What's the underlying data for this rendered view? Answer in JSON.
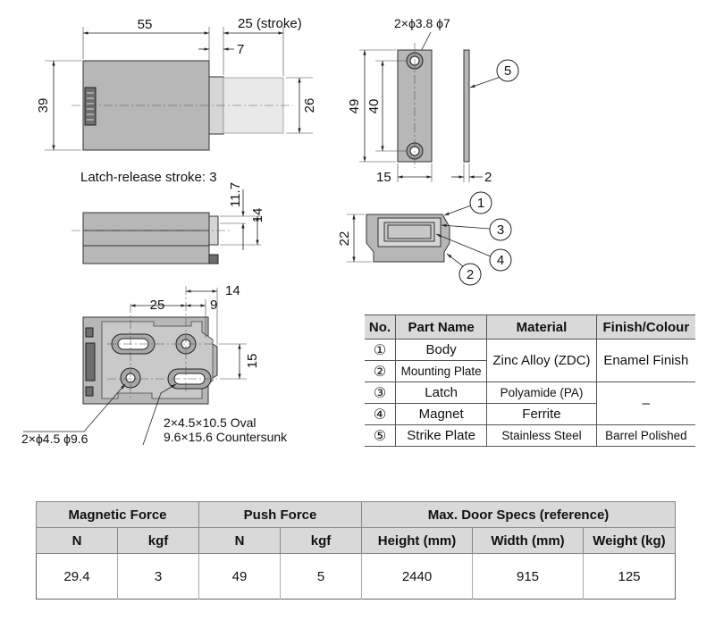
{
  "drawing": {
    "top_view": {
      "dim_length": "55",
      "dim_stroke": "25 (stroke)",
      "dim_offset": "7",
      "dim_height": "39",
      "dim_plunger": "26"
    },
    "strike_plate": {
      "hole_note": "2×ϕ3.8  ϕ7",
      "dim_height_outer": "49",
      "dim_height_inner": "40",
      "dim_width": "15",
      "dim_thickness": "2"
    },
    "side_view": {
      "release_note": "Latch-release stroke: 3",
      "dim_a": "11.7",
      "dim_b": "14"
    },
    "front_view": {
      "dim_height": "22"
    },
    "bottom_view": {
      "dim_a": "25",
      "dim_b": "9",
      "dim_c": "14",
      "dim_d": "15",
      "hole_note": "2×ϕ4.5  ϕ9.6",
      "oval_note_1": "2×4.5×10.5 Oval",
      "oval_note_2": "9.6×15.6 Countersunk"
    },
    "callouts": [
      "1",
      "2",
      "3",
      "4",
      "5"
    ]
  },
  "parts_table": {
    "headers": [
      "No.",
      "Part Name",
      "Material",
      "Finish/Colour"
    ],
    "rows": [
      {
        "no": "①",
        "name": "Body",
        "material": "Zinc Alloy (ZDC)",
        "finish": "Enamel Finish"
      },
      {
        "no": "②",
        "name": "Mounting Plate"
      },
      {
        "no": "③",
        "name": "Latch",
        "material": "Polyamide (PA)",
        "finish": "–"
      },
      {
        "no": "④",
        "name": "Magnet",
        "material": "Ferrite"
      },
      {
        "no": "⑤",
        "name": "Strike Plate",
        "material": "Stainless Steel",
        "finish": "Barrel Polished"
      }
    ]
  },
  "spec_table": {
    "groups": [
      "Magnetic Force",
      "Push Force",
      "Max. Door Specs (reference)"
    ],
    "subheaders": [
      "N",
      "kgf",
      "N",
      "kgf",
      "Height (mm)",
      "Width (mm)",
      "Weight (kg)"
    ],
    "values": [
      "29.4",
      "3",
      "49",
      "5",
      "2440",
      "915",
      "125"
    ]
  }
}
